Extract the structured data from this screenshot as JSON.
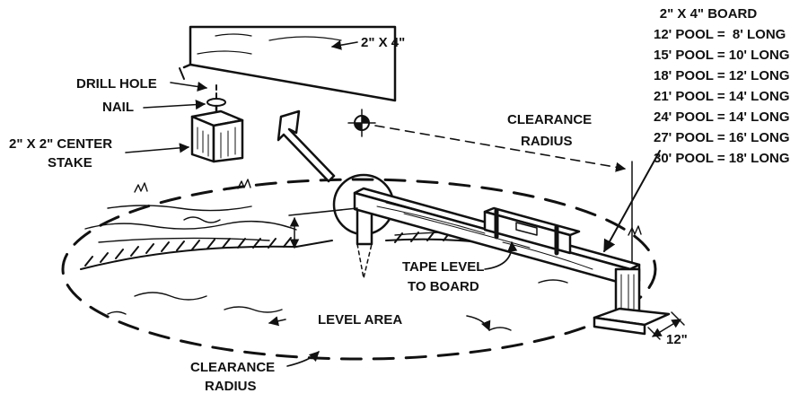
{
  "labels": {
    "board_title": "2\" X 4\" BOARD",
    "top_board": "2\" X 4\"",
    "drill_hole": "DRILL HOLE",
    "nail": "NAIL",
    "center_stake_1": "2\" X 2\" CENTER",
    "center_stake_2": "STAKE",
    "clearance_top_1": "CLEARANCE",
    "clearance_top_2": "RADIUS",
    "tape_level_1": "TAPE LEVEL",
    "tape_level_2": "TO BOARD",
    "level_area": "LEVEL AREA",
    "clearance_bottom_1": "CLEARANCE",
    "clearance_bottom_2": "RADIUS",
    "dimension_12": "12\""
  },
  "pool_table": [
    "12' POOL =  8' LONG",
    "15' POOL = 10' LONG",
    "18' POOL = 12' LONG",
    "21' POOL = 14' LONG",
    "24' POOL = 14' LONG",
    "27' POOL = 16' LONG",
    "30' POOL = 18' LONG"
  ],
  "colors": {
    "ink": "#111111",
    "paper": "#ffffff"
  }
}
